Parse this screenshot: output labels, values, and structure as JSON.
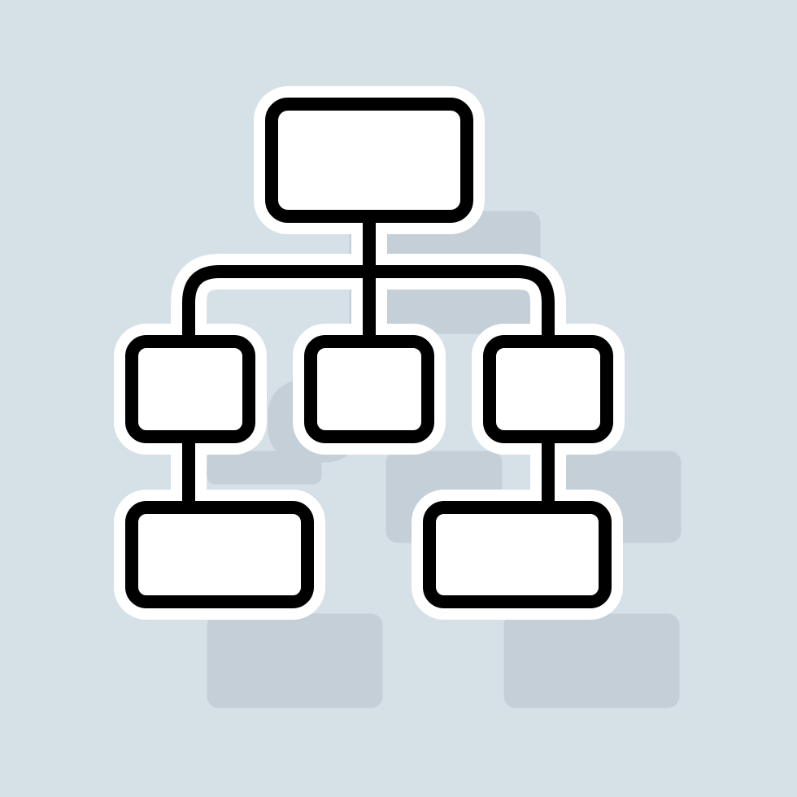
{
  "icon": {
    "name": "hierarchy-org-chart-icon",
    "style": "sticker-outline"
  },
  "colors": {
    "background": "#d6e0e7",
    "shadow": "#c4cfd7",
    "sticker_border": "#ffffff",
    "stroke": "#000000",
    "box_fill": "#ffffff"
  },
  "structure": {
    "levels": 3,
    "nodes": [
      {
        "id": "root",
        "level": 0
      },
      {
        "id": "child-left",
        "level": 1,
        "parent": "root"
      },
      {
        "id": "child-center",
        "level": 1,
        "parent": "root"
      },
      {
        "id": "child-right",
        "level": 1,
        "parent": "root"
      },
      {
        "id": "grandchild-left",
        "level": 2,
        "parent": "child-left"
      },
      {
        "id": "grandchild-right",
        "level": 2,
        "parent": "child-right"
      }
    ]
  }
}
